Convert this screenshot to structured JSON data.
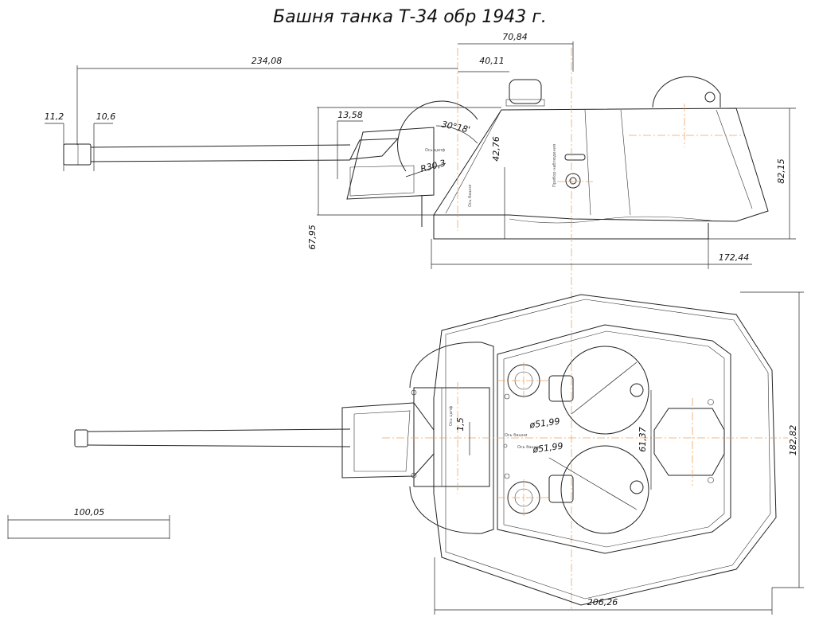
{
  "title": "Башня танка Т-34 обр 1943 г.",
  "dimensions": {
    "gun_length": "234,08",
    "muzzle_outer": "11,2",
    "muzzle_inner": "10,6",
    "mantlet_width": "13,58",
    "depth_total": "70,84",
    "cupola_offset": "40,11",
    "angle": "30°18'",
    "radius": "R30,3",
    "pivot_height": "42,76",
    "turret_height": "82,15",
    "gun_height": "67,95",
    "turret_length": "172,44",
    "slot_width": "1,5",
    "hatch_dia_1": "ø51,99",
    "hatch_dia_2": "ø51,99",
    "hatch_spacing": "61,37",
    "turret_width": "182,82",
    "top_length": "206,26",
    "scale_bar": "100,05"
  },
  "labels": {
    "axis_side": "Ось цапф",
    "axis_side_2": "Ось башни",
    "axis_top": "Ось цапф",
    "axis_top_2": "Ось башни",
    "axis_top_3": "Ось башни",
    "side_marking": "Прибор наблюдения"
  },
  "colors": {
    "line": "#222222",
    "axis": "#f4a460",
    "background": "#ffffff"
  }
}
